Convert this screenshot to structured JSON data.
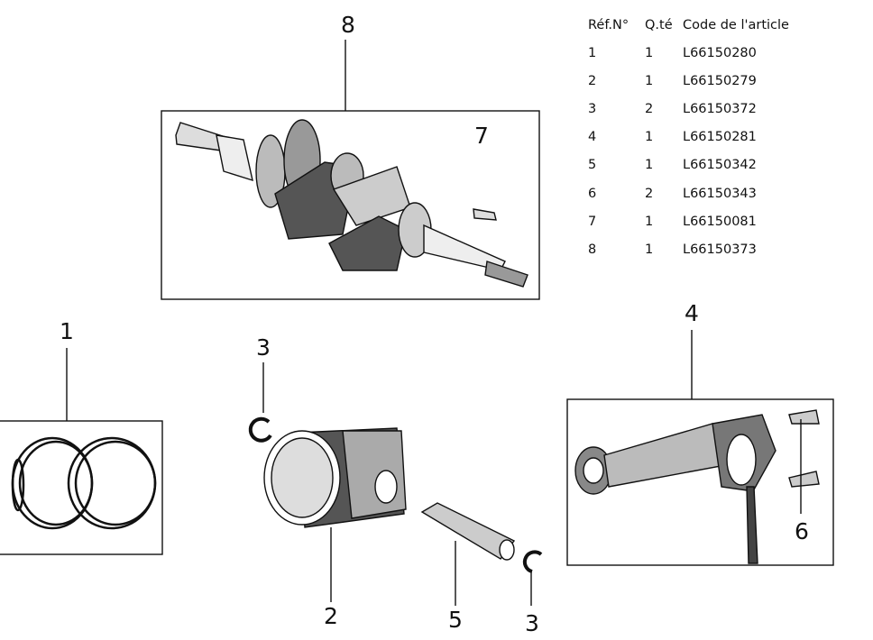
{
  "parts_table": {
    "headers": [
      "Réf.N°",
      "Q.té",
      "Code de l'article"
    ],
    "rows": [
      {
        "ref": "1",
        "qty": "1",
        "code": "L66150280"
      },
      {
        "ref": "2",
        "qty": "1",
        "code": "L66150279"
      },
      {
        "ref": "3",
        "qty": "2",
        "code": "L66150372"
      },
      {
        "ref": "4",
        "qty": "1",
        "code": "L66150281"
      },
      {
        "ref": "5",
        "qty": "1",
        "code": "L66150342"
      },
      {
        "ref": "6",
        "qty": "2",
        "code": "L66150343"
      },
      {
        "ref": "7",
        "qty": "1",
        "code": "L66150081"
      },
      {
        "ref": "8",
        "qty": "1",
        "code": "L66150373"
      }
    ]
  },
  "callouts": {
    "crankshaft": "8",
    "crankshaft_key": "7",
    "piston_rings": "1",
    "circlip_top": "3",
    "piston": "2",
    "piston_pin": "5",
    "circlip_bottom": "3",
    "connecting_rod": "4",
    "rod_bolts": "6"
  }
}
